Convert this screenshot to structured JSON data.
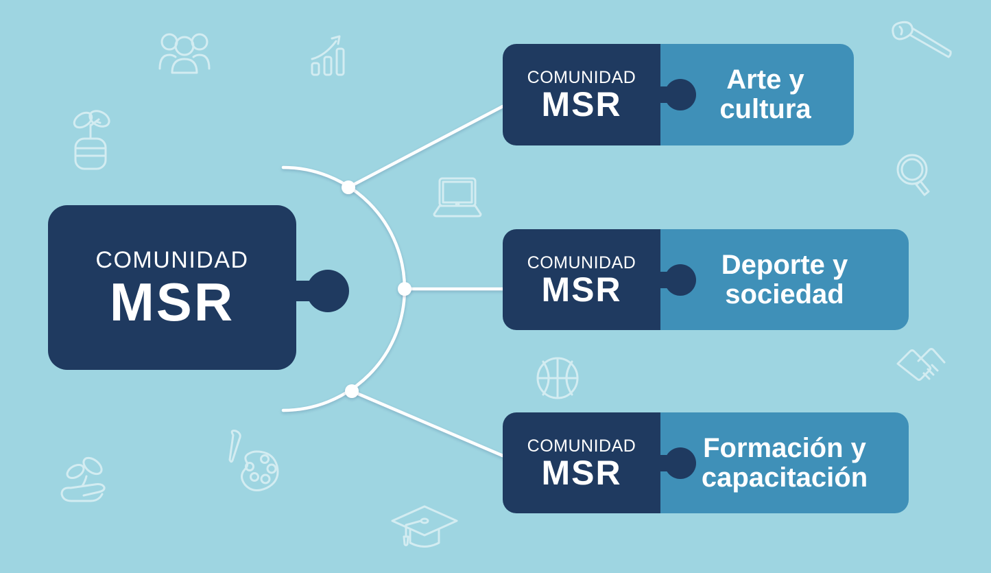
{
  "colors": {
    "background": "#9ed5e1",
    "navy": "#1f3a60",
    "light_blue": "#3f90b8",
    "connector": "#ffffff",
    "text": "#ffffff"
  },
  "center_piece": {
    "brand_top": "COMUNIDAD",
    "brand_bottom": "MSR"
  },
  "branches": [
    {
      "brand_top": "COMUNIDAD",
      "brand_bottom": "MSR",
      "label_line1": "Arte y",
      "label_line2": "cultura"
    },
    {
      "brand_top": "COMUNIDAD",
      "brand_bottom": "MSR",
      "label_line1": "Deporte y",
      "label_line2": "sociedad"
    },
    {
      "brand_top": "COMUNIDAD",
      "brand_bottom": "MSR",
      "label_line1": "Formación y",
      "label_line2": "capacitación"
    }
  ],
  "background_icons": [
    "people-group-icon",
    "growth-chart-icon",
    "plant-pot-icon",
    "laptop-icon",
    "paintbrush-icon",
    "magnifier-icon",
    "basketball-icon",
    "handshake-icon",
    "sprout-hand-icon",
    "palette-icon",
    "graduation-cap-icon"
  ]
}
